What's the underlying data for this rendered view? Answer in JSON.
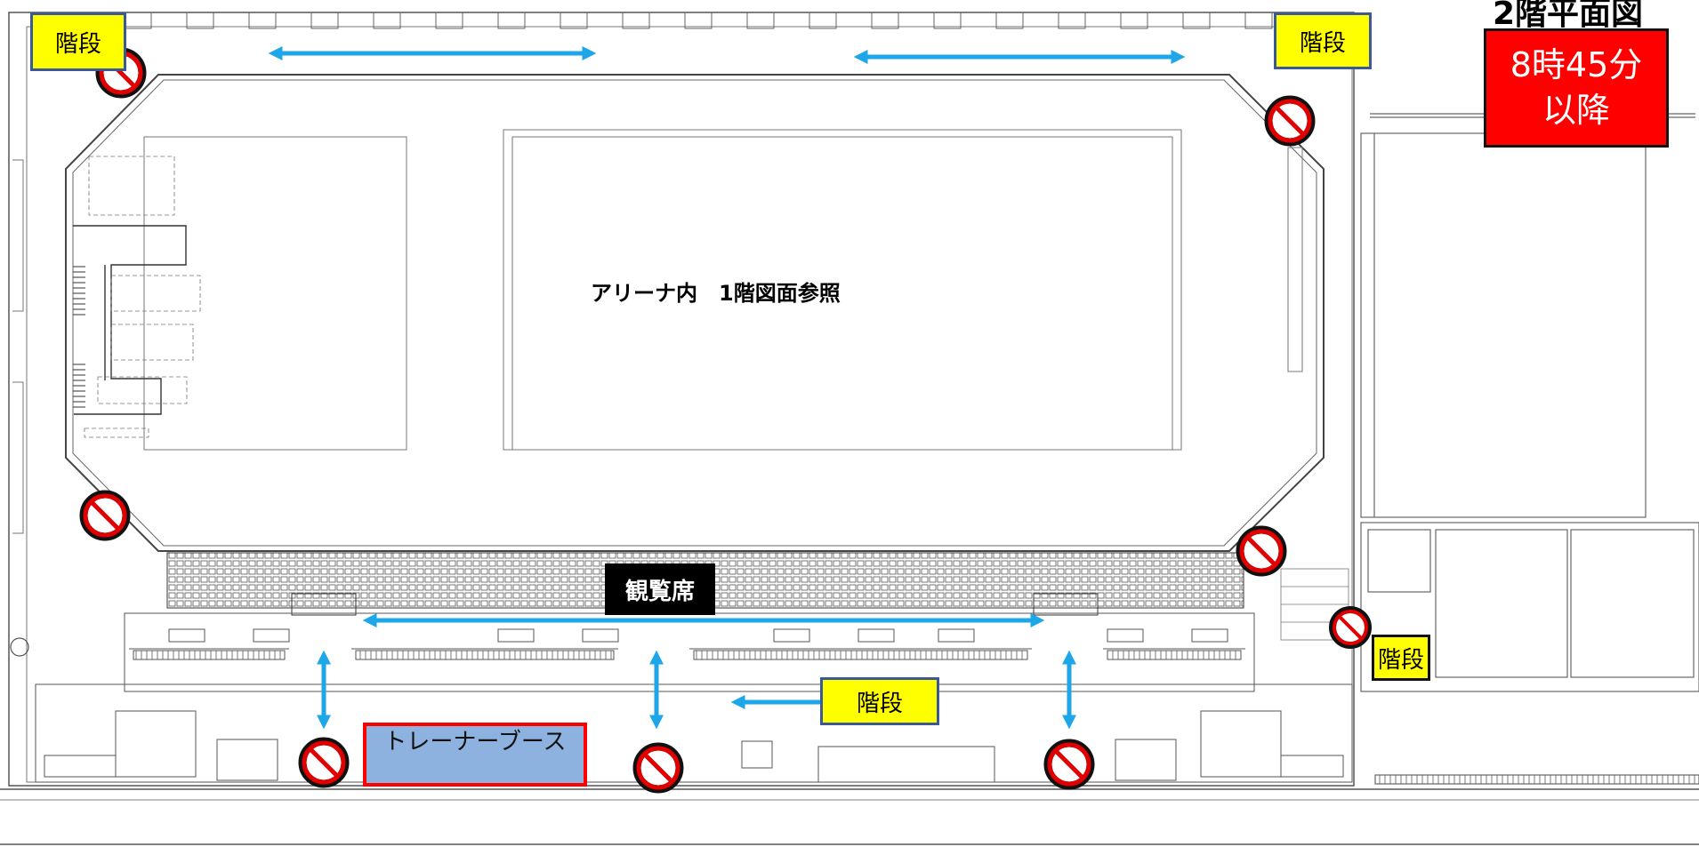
{
  "map": {
    "title": "2階平面図",
    "notice_time": "8時45分",
    "notice_suffix": "以降",
    "arena_note": "アリーナ内　1階図面参照",
    "seating_label": "観覧席",
    "trainer_booth": "トレーナーブース",
    "stairs_label": "階段"
  },
  "colors": {
    "stairs_fill": "#ffff00",
    "notice_fill": "#ff0000",
    "arrow": "#1ea7e8",
    "no_entry": "#e00000",
    "trainer_fill": "#8eb2e0",
    "seating_fill": "#000000"
  },
  "icons": [
    "no-entry-icon",
    "double-arrow-icon"
  ]
}
